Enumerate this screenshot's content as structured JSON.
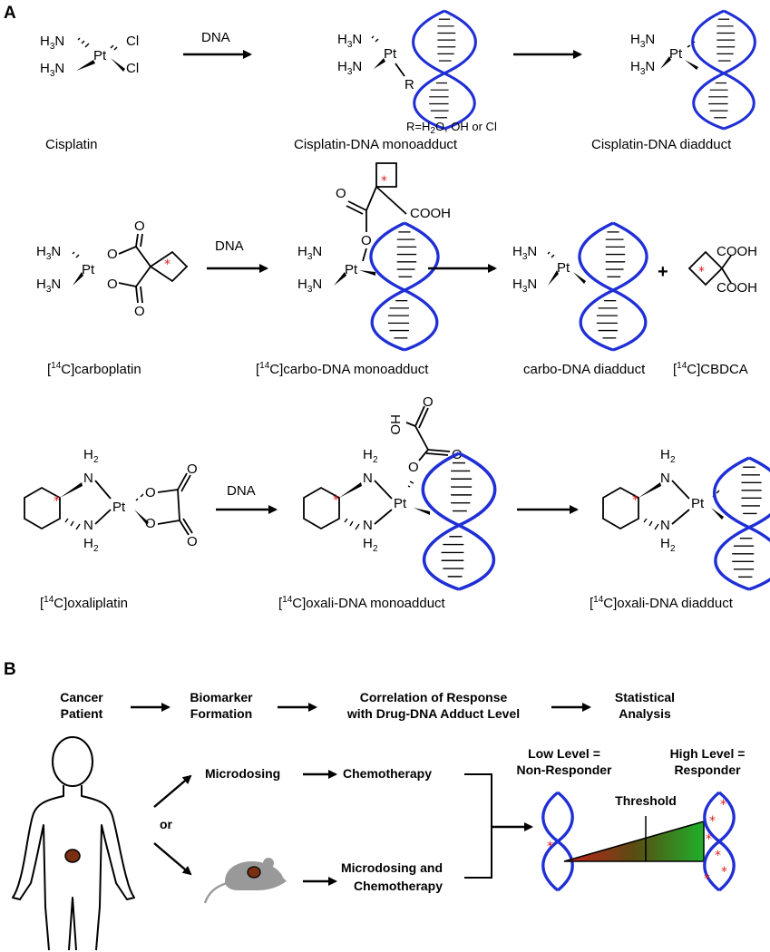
{
  "panel_a": {
    "label": "A",
    "row1": {
      "reagent": "DNA",
      "cisplatin": {
        "caption": "Cisplatin",
        "h3n": "H",
        "n3": "3",
        "n": "N",
        "pt": "Pt",
        "cl": "Cl"
      },
      "mono": {
        "caption": "Cisplatin-DNA monoadduct",
        "r": "R",
        "note_pre": "R=H",
        "note_sub": "2",
        "note_post": "O, OH or Cl"
      },
      "di": {
        "caption": "Cisplatin-DNA diadduct"
      }
    },
    "row2": {
      "reagent": "DNA",
      "plus": "+",
      "carbo": {
        "caption_pre": "[",
        "caption_sup": "14",
        "caption_post": "C]carboplatin",
        "o": "O"
      },
      "mono": {
        "caption_pre": "[",
        "caption_sup": "14",
        "caption_post": "C]carbo-DNA monoadduct",
        "cooh": "COOH"
      },
      "di": {
        "caption": "carbo-DNA diadduct"
      },
      "cbdca": {
        "caption_pre": "[",
        "caption_sup": "14",
        "caption_post": "C]CBDCA",
        "cooh": "COOH"
      }
    },
    "row3": {
      "reagent": "DNA",
      "oxali": {
        "caption_pre": "[",
        "caption_sup": "14",
        "caption_post": "C]oxaliplatin",
        "h": "H",
        "two": "2",
        "n": "N"
      },
      "mono": {
        "caption_pre": "[",
        "caption_sup": "14",
        "caption_post": "C]oxali-DNA monoadduct",
        "ho": "HO"
      },
      "di": {
        "caption_pre": "[",
        "caption_sup": "14",
        "caption_post": "C]oxali-DNA diadduct"
      }
    },
    "star": "*"
  },
  "panel_b": {
    "label": "B",
    "steps": [
      {
        "line1": "Cancer",
        "line2": "Patient"
      },
      {
        "line1": "Biomarker",
        "line2": "Formation"
      },
      {
        "line1": "Correlation of Response",
        "line2": "with Drug-DNA Adduct Level"
      },
      {
        "line1": "Statistical",
        "line2": "Analysis"
      }
    ],
    "or": "or",
    "microdosing": "Microdosing",
    "chemotherapy": "Chemotherapy",
    "microdosing_and": "Microdosing and",
    "chemotherapy2": "Chemotherapy",
    "low_level_1": "Low Level =",
    "low_level_2": "Non-Responder",
    "high_level_1": "High Level =",
    "high_level_2": "Responder",
    "threshold": "Threshold"
  },
  "colors": {
    "dna": "#1f2fd6",
    "star": "#e02020",
    "tumor": "#7a2e12",
    "mouse": "#999999",
    "gradient_start": "#c8201c",
    "gradient_end": "#1fb02a"
  },
  "icons": [
    "dna-helix-icon",
    "human-outline-icon",
    "mouse-icon",
    "cyclobutane-ring-icon",
    "cyclohexane-ring-icon"
  ]
}
